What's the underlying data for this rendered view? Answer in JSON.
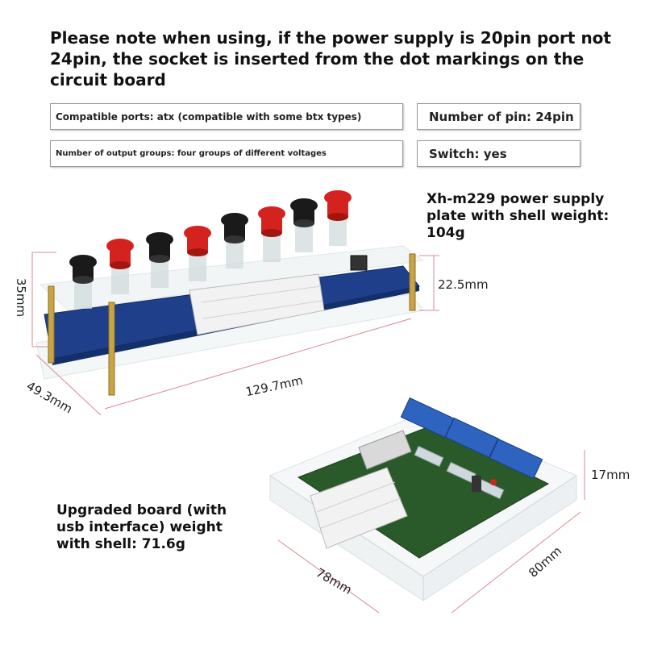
{
  "note": "Please note when using, if the power supply is 20pin port not 24pin, the socket is inserted from the dot markings on the circuit board",
  "specs": {
    "compatible_ports": "Compatible ports: atx (compatible with some btx types)",
    "number_of_pin": "Number of pin: 24pin",
    "output_groups": "Number of output groups: four groups of different voltages",
    "switch": "Switch: yes"
  },
  "product1": {
    "weight_label": "Xh-m229 power supply plate with shell weight: 104g",
    "dims": {
      "height": "35mm",
      "board_height": "22.5mm",
      "width": "49.3mm",
      "length": "129.7mm"
    },
    "terminal_colors": [
      "black",
      "red",
      "black",
      "red",
      "black",
      "red",
      "black",
      "red"
    ]
  },
  "product2": {
    "weight_label": "Upgraded board (with usb interface) weight with shell: 71.6g",
    "dims": {
      "height": "17mm",
      "width": "78mm",
      "depth": "80mm"
    }
  },
  "colors": {
    "pcb_blue": "#1f3f8a",
    "terminal_red": "#d4231f",
    "terminal_black": "#1a1a1a",
    "connector_white": "#f2f2f2",
    "pcb_green": "#2a5a2a",
    "brass": "#c9a444"
  }
}
